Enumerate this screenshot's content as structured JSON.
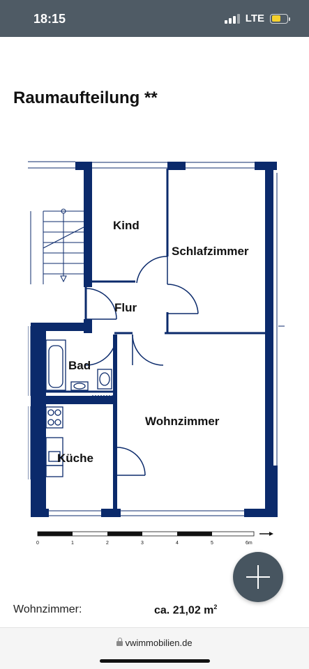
{
  "status_bar": {
    "time": "18:15",
    "network": "LTE",
    "battery_level": 0.6,
    "colors": {
      "bar": "#4f5b65",
      "battery": "#f6d12c"
    }
  },
  "page": {
    "title": "Raumaufteilung **"
  },
  "floorplan": {
    "rooms": {
      "kind": "Kind",
      "schlafzimmer": "Schlafzimmer",
      "flur": "Flur",
      "bad": "Bad",
      "wohnzimmer": "Wohnzimmer",
      "kueche": "Küche"
    },
    "scale": {
      "ticks": [
        "0",
        "1",
        "2",
        "3",
        "4",
        "5",
        "6m"
      ]
    },
    "colors": {
      "wall": "#0b2a6b"
    }
  },
  "fab": {
    "icon": "plus-icon"
  },
  "details": {
    "label": "Wohnzimmer:",
    "value": "ca. 21,02 m",
    "unit_sup": "2"
  },
  "browser": {
    "url": "vwimmobilien.de",
    "icon": "lock-icon"
  }
}
